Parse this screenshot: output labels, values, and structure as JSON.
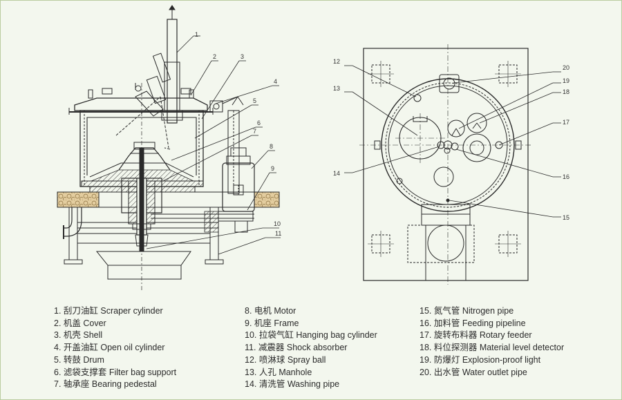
{
  "callouts": {
    "front": [
      "1",
      "2",
      "3",
      "4",
      "5",
      "6",
      "7",
      "8",
      "9",
      "10",
      "11"
    ],
    "top": [
      "12",
      "13",
      "14",
      "15",
      "16",
      "17",
      "18",
      "19",
      "20"
    ]
  },
  "legend": {
    "col1": [
      "1. 刮刀油缸 Scraper cylinder",
      "2. 机盖 Cover",
      "3. 机壳 Shell",
      "4. 开盖油缸 Open oil cylinder",
      "5. 转鼓 Drum",
      "6. 滤袋支撑套 Filter bag support",
      "7. 轴承座 Bearing pedestal"
    ],
    "col2": [
      "8. 电机 Motor",
      "9. 机座 Frame",
      "10. 拉袋气缸 Hanging bag cylinder",
      "11. 减震器 Shock absorber",
      "12. 喷淋球 Spray ball",
      "13. 人孔 Manhole",
      "14. 清洗管 Washing pipe"
    ],
    "col3": [
      "15. 氮气管 Nitrogen pipe",
      "16. 加料管 Feeding pipeline",
      "17. 旋转布料器 Rotary feeder",
      "18. 料位探测器 Material level detector",
      "19. 防爆灯 Explosion-proof light",
      "20. 出水管 Water outlet pipe"
    ]
  },
  "colors": {
    "background": "#f3f7ee",
    "line": "#2a2a2a",
    "brick": "#e0c99a"
  }
}
